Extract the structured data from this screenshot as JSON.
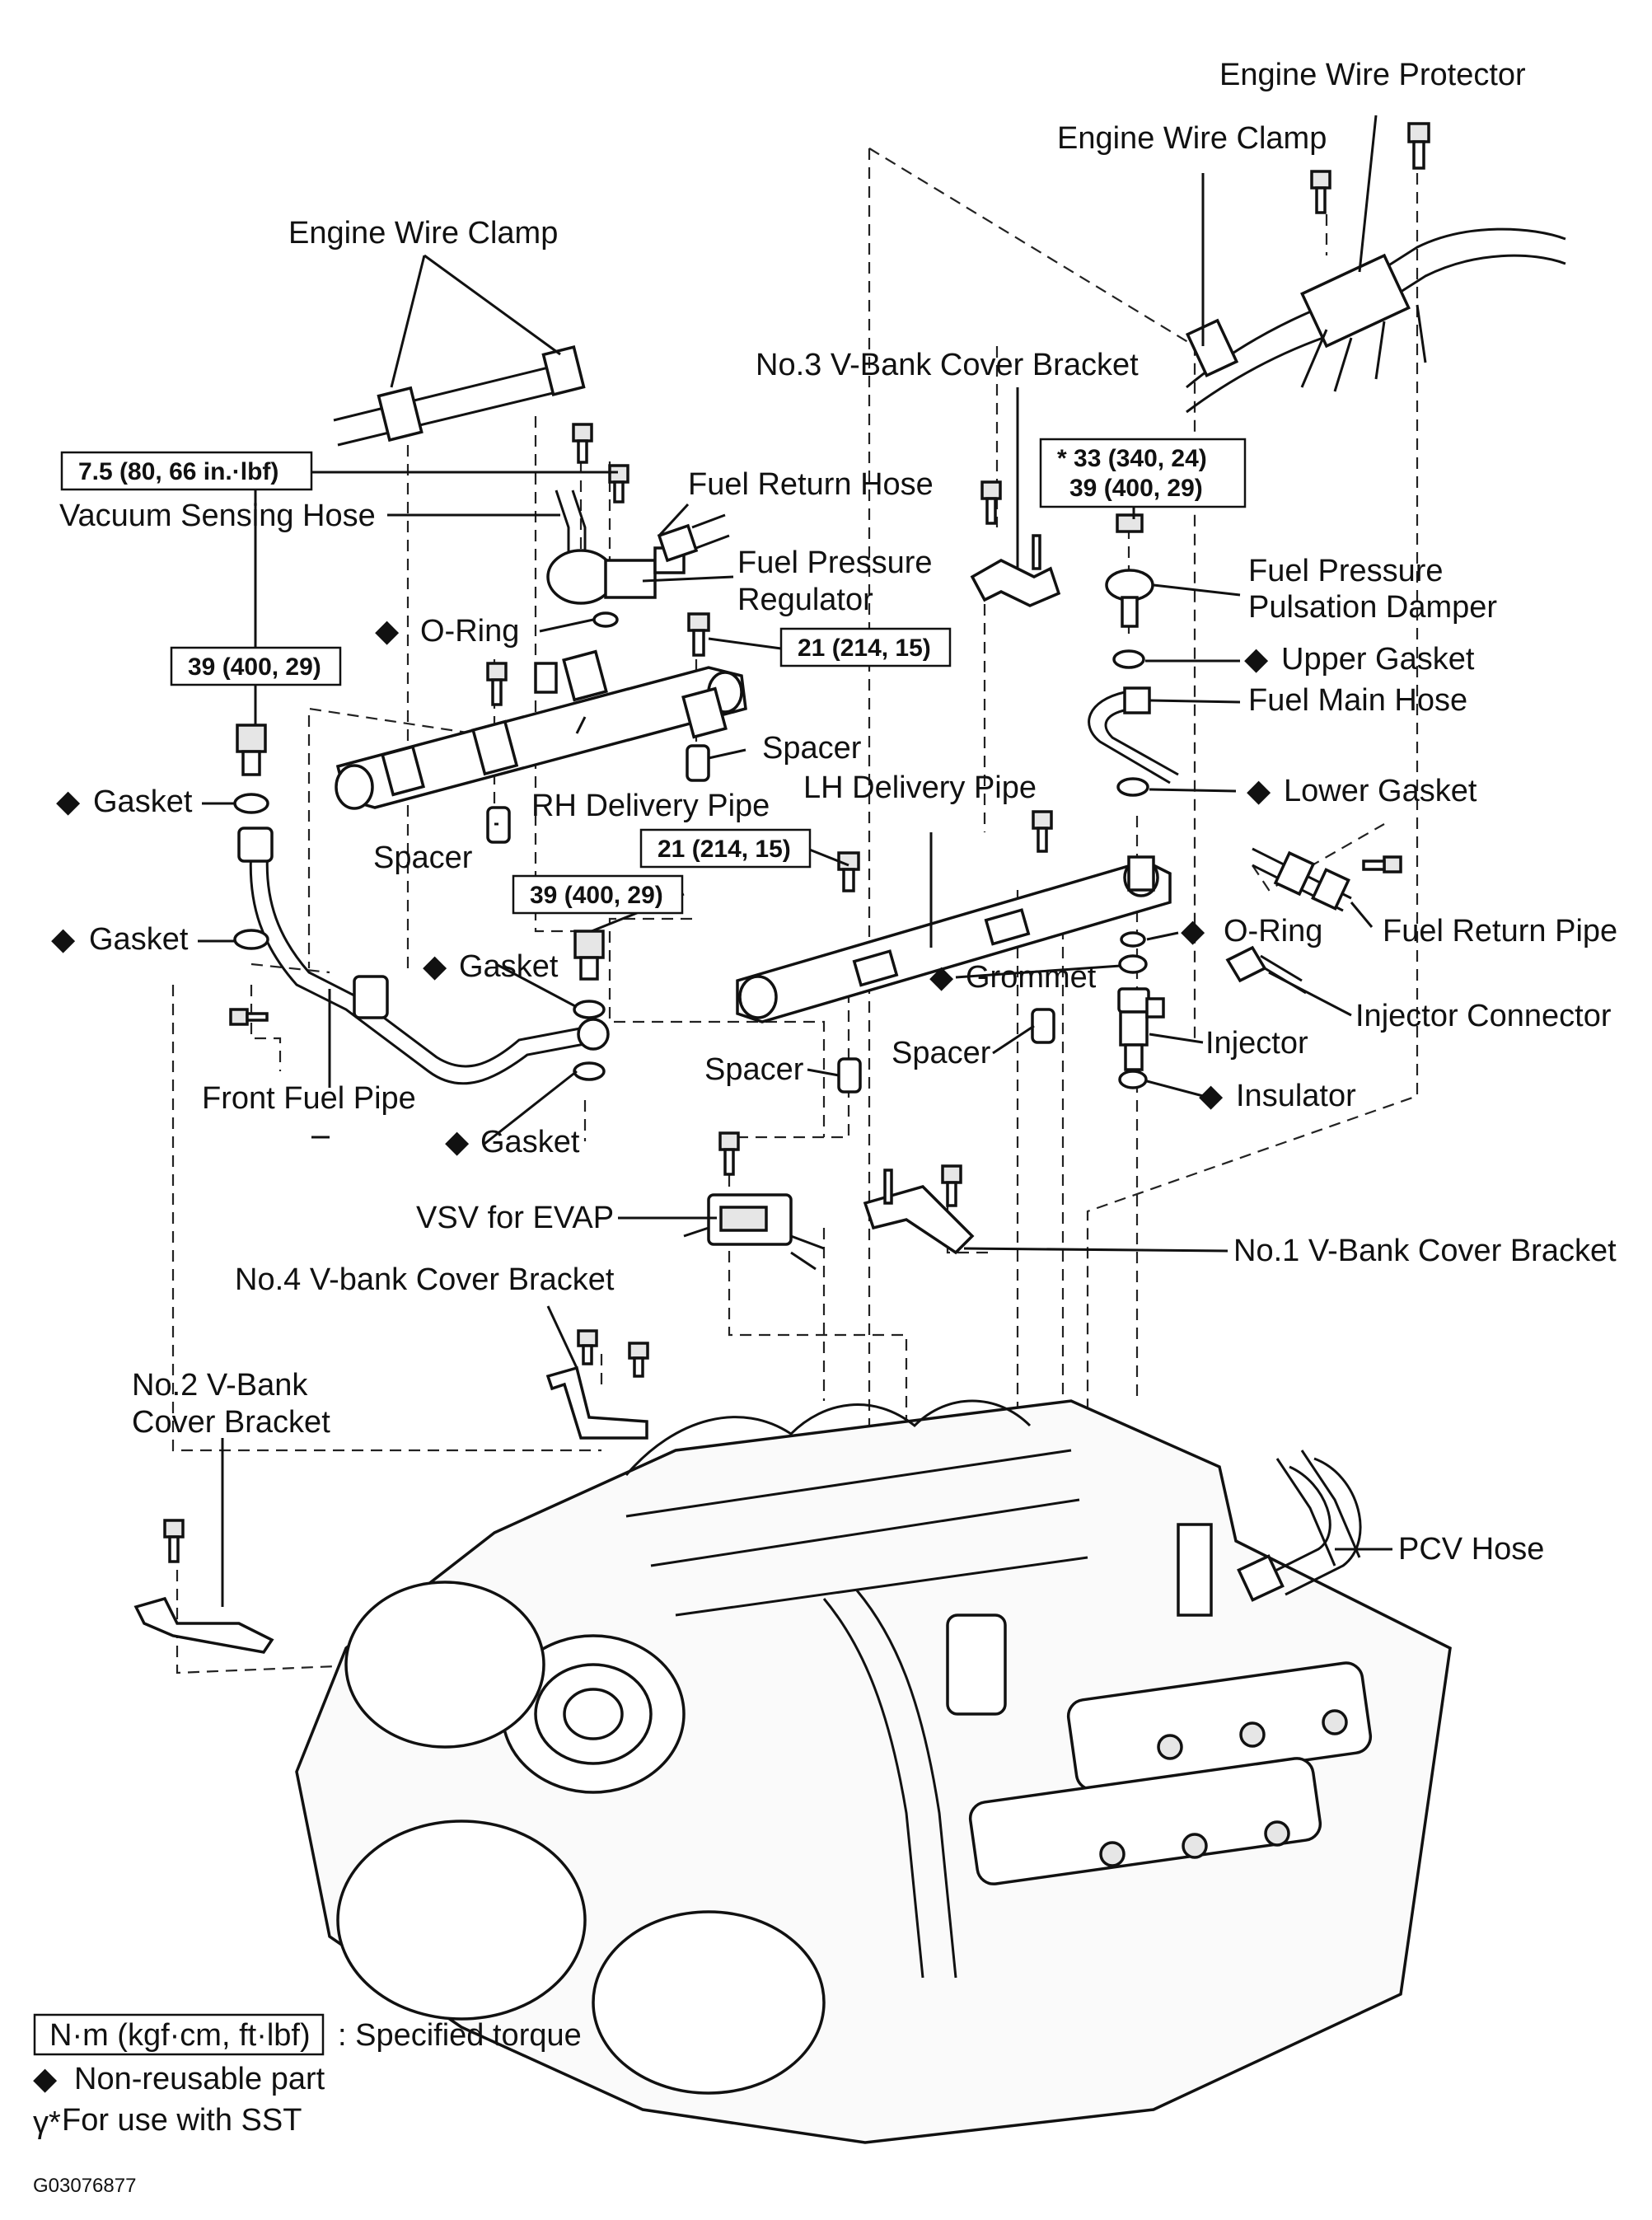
{
  "labels": {
    "engine_wire_protector": "Engine Wire Protector",
    "engine_wire_clamp_right": "Engine Wire Clamp",
    "engine_wire_clamp_left": "Engine Wire Clamp",
    "no3_vbank_cover_bracket": "No.3 V-Bank Cover Bracket",
    "vacuum_sensing_hose": "Vacuum Sensing Hose",
    "fuel_return_hose": "Fuel Return Hose",
    "fuel_pressure_regulator_1": "Fuel Pressure",
    "fuel_pressure_regulator_2": "Regulator",
    "o_ring_upper": "O-Ring",
    "fuel_pressure_pulsation_damper_1": "Fuel Pressure",
    "fuel_pressure_pulsation_damper_2": "Pulsation Damper",
    "upper_gasket": "Upper Gasket",
    "fuel_main_hose": "Fuel Main Hose",
    "spacer_1": "Spacer",
    "rh_delivery_pipe": "RH Delivery Pipe",
    "lh_delivery_pipe": "LH Delivery Pipe",
    "lower_gasket": "Lower Gasket",
    "gasket_1": "Gasket",
    "spacer_2": "Spacer",
    "gasket_2": "Gasket",
    "gasket_3": "Gasket",
    "o_ring_lower": "O-Ring",
    "fuel_return_pipe": "Fuel Return Pipe",
    "grommet": "Grommet",
    "injector_connector": "Injector Connector",
    "injector": "Injector",
    "spacer_3": "Spacer",
    "spacer_4": "Spacer",
    "insulator": "Insulator",
    "front_fuel_pipe": "Front Fuel Pipe",
    "gasket_4": "Gasket",
    "vsv_for_evap": "VSV for EVAP",
    "no1_vbank_cover_bracket": "No.1 V-Bank Cover Bracket",
    "no4_vbank_cover_bracket": "No.4 V-bank Cover Bracket",
    "no2_vbank_cover_bracket_1": "No.2  V-Bank",
    "no2_vbank_cover_bracket_2": "Cover Bracket",
    "pcv_hose": "PCV Hose"
  },
  "torque_specs": {
    "regulator_bolt": "7.5 (80, 66 in.·lbf)",
    "damper_line1": "* 33 (340, 24)",
    "damper_line2": "39 (400, 29)",
    "rh_pipe_bolt": "21 (214, 15)",
    "union_bolt_left": "39 (400, 29)",
    "lh_pipe_bolt": "21 (214, 15)",
    "union_bolt_center": "39 (400, 29)"
  },
  "legend": {
    "torque_unit": "N·m (kgf·cm, ft·lbf)",
    "torque_desc": ": Specified torque",
    "non_reusable": "Non-reusable part",
    "sst_symbol": "γ*",
    "sst_desc": "For use with SST",
    "diamond": "◆"
  },
  "figure_id": "G03076877"
}
